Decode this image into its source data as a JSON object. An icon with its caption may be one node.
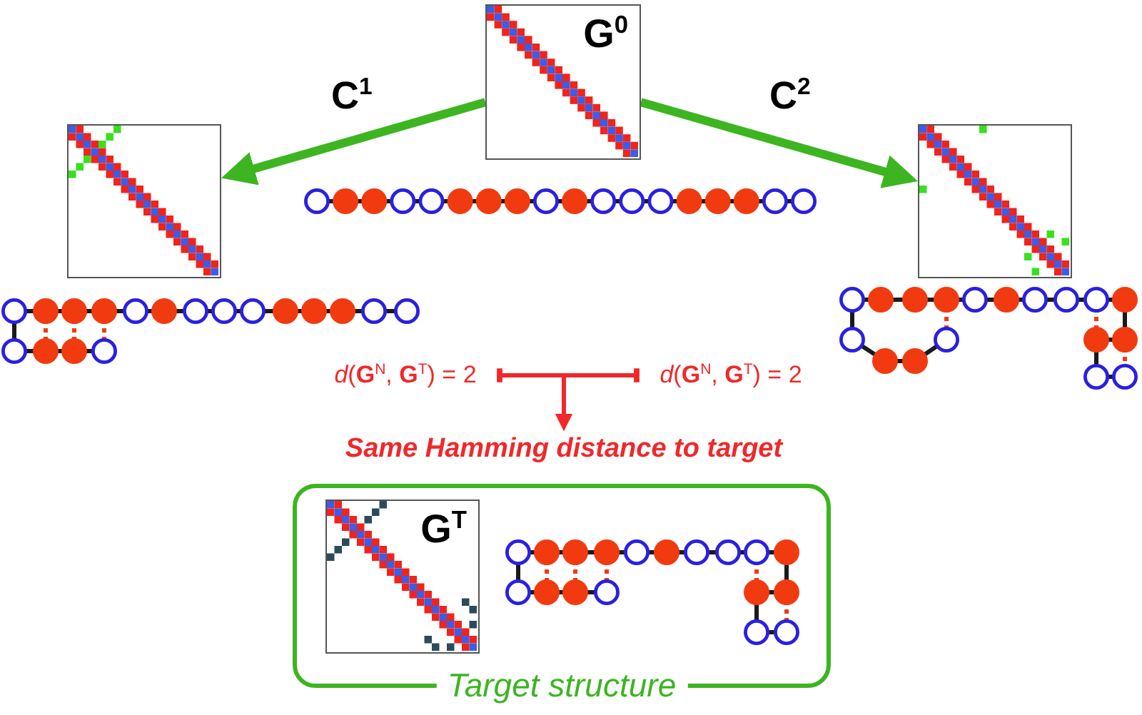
{
  "diagram": {
    "nodes": [
      {
        "text": [
          "G$^{0}$"
        ]
      },
      {
        "text": [],
        "shape": "box"
      },
      {
        "text": [],
        "shape": "box"
      },
      {
        "text": [
          "Target structure"
        ]
      },
      {
        "text": [
          "G$^{T}$"
        ],
        "in": 3
      },
      {
        "text": [
          "*d*(**G**$^{N}$, **G**$^{T}$) = 2"
        ]
      },
      {
        "text": [
          "*d*(**G**$^{N}$, **G**$^{T}$) = 2"
        ]
      },
      {
        "text": [
          "Same Hamming distance to target"
        ]
      }
    ],
    "edges": [
      {
        "from": 0,
        "to": 1,
        "arrow": "to",
        "label": "C$^{1}$",
        "style": "thick",
        "color": "#3cb521"
      },
      {
        "from": 0,
        "to": 2,
        "arrow": "to",
        "label": "C$^{2}$",
        "style": "thick",
        "color": "#3cb521"
      },
      {
        "from": 5,
        "to": 7,
        "arrow": "to",
        "color": "#f0282a"
      },
      {
        "from": 6,
        "to": 7,
        "arrow": "to",
        "color": "#f0282a"
      }
    ]
  }
}
